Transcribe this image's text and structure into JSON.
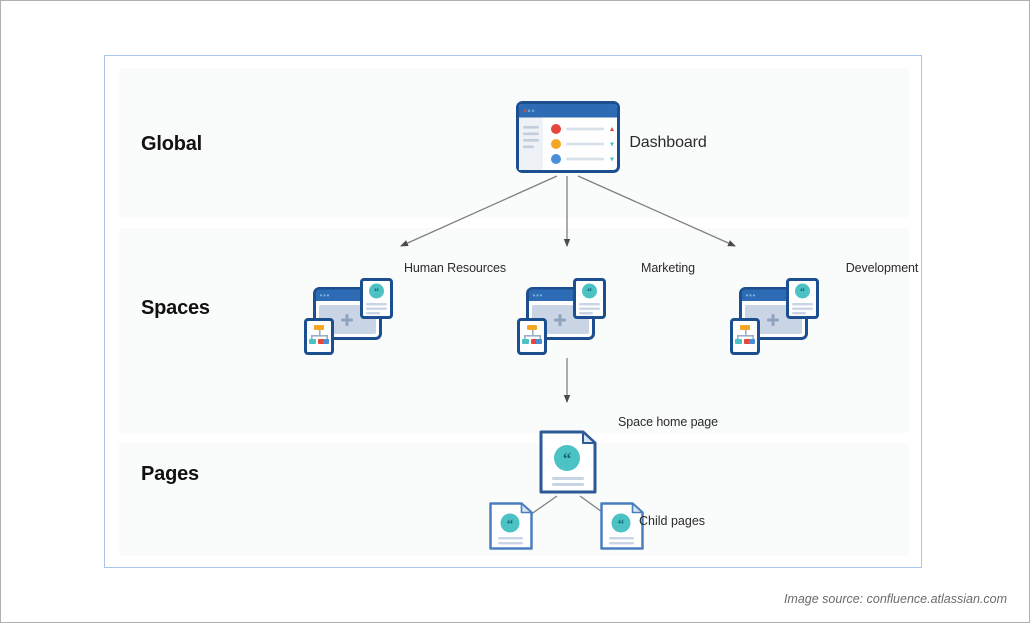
{
  "diagram": {
    "bands": [
      {
        "id": "global",
        "label": "Global"
      },
      {
        "id": "spaces",
        "label": "Spaces"
      },
      {
        "id": "pages",
        "label": "Pages"
      }
    ],
    "nodes": {
      "dashboard": {
        "title": "Dashboard",
        "icon": "dashboard-window-icon"
      },
      "spaces": [
        {
          "title": "Human Resources",
          "icon": "space-window-icon"
        },
        {
          "title": "Marketing",
          "icon": "space-window-icon"
        },
        {
          "title": "Development",
          "icon": "space-window-icon"
        }
      ],
      "space_home_page": {
        "title": "Space home page",
        "icon": "page-document-icon"
      },
      "child_pages": {
        "label": "Child pages",
        "count": 2,
        "icon": "page-document-icon"
      }
    },
    "colors": {
      "frame_border": "#a8c4e6",
      "band_background": "#fafbfb",
      "outer_border": "#b0b0b0",
      "icon_dark_blue": "#1c4f8f",
      "icon_mid_blue": "#2d6cb5",
      "icon_light_blue": "#cbd6e6",
      "icon_teal": "#4cc2c4",
      "arrow_gray": "#6b6b6b",
      "accent_red": "#e8453c",
      "accent_yellow": "#f5a623",
      "accent_blue": "#4a90d9"
    }
  },
  "footer": {
    "attribution": "Image source: confluence.atlassian.com"
  }
}
